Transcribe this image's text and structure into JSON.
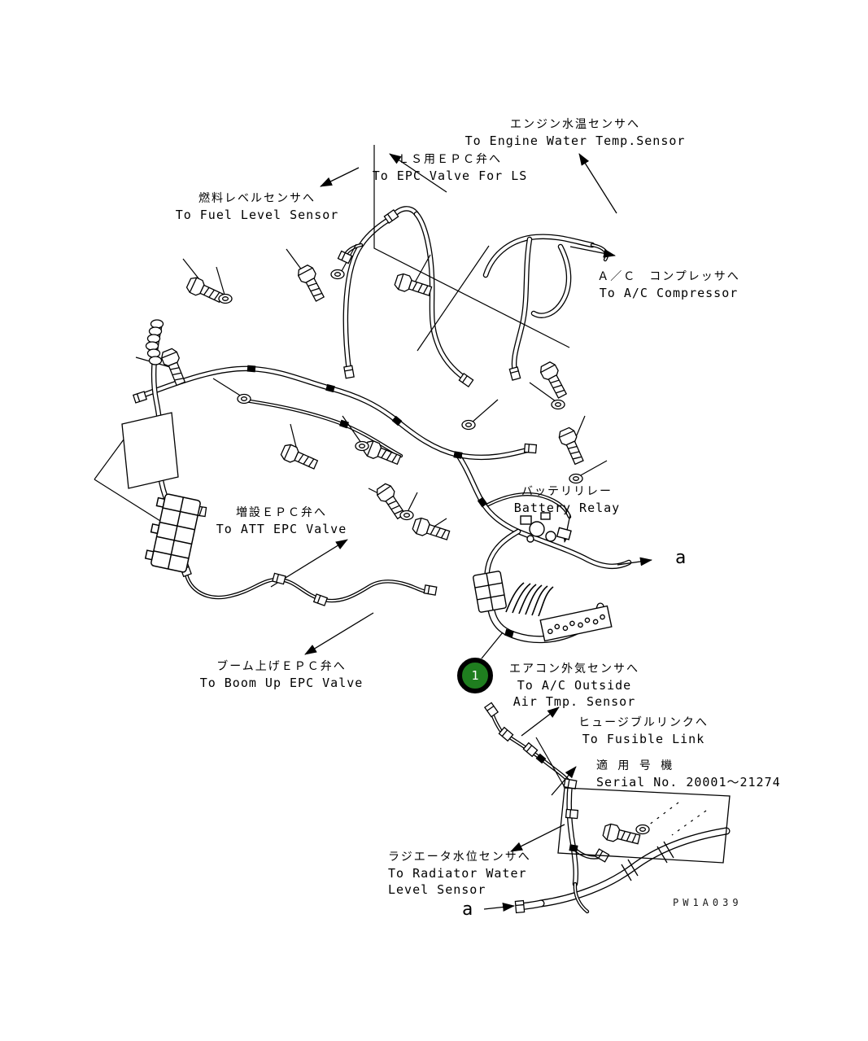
{
  "figure": {
    "drawing_number": "PW1A039",
    "callout": {
      "number": "1"
    },
    "section_markers": {
      "top": "a",
      "bottom": "a"
    },
    "colors": {
      "background": "#ffffff",
      "line": "#000000",
      "callout_fill": "#1f7e1f",
      "callout_ring": "#000000",
      "callout_text": "#ffffff"
    }
  },
  "labels": {
    "engine_water_temp": {
      "jp": "エンジン水温センサへ",
      "en": "To Engine Water Temp.Sensor"
    },
    "epc_valve_ls": {
      "jp": "ＬＳ用ＥＰＣ弁へ",
      "en": "To EPC Valve For LS"
    },
    "fuel_level": {
      "jp": "燃料レベルセンサへ",
      "en": "To Fuel Level Sensor"
    },
    "ac_compressor": {
      "jp": "Ａ／Ｃ　コンプレッサへ",
      "en": "To A/C Compressor"
    },
    "battery_relay": {
      "jp": "バッテリリレー",
      "en": "Battery Relay"
    },
    "att_epc_valve": {
      "jp": "増設ＥＰＣ弁へ",
      "en": "To ATT  EPC Valve"
    },
    "boom_up_epc": {
      "jp": "ブーム上げＥＰＣ弁へ",
      "en": "To Boom Up EPC Valve"
    },
    "ac_outside_air": {
      "jp": "エアコン外気センサへ",
      "en1": "To A/C Outside",
      "en2": "Air Tmp. Sensor"
    },
    "fusible_link": {
      "jp": "ヒュージブルリンクへ",
      "en": "To Fusible Link"
    },
    "serial_applicability": {
      "jp": "適 用 号 機",
      "en": "Serial No. 20001～21274"
    },
    "radiator_water": {
      "jp": "ラジエータ水位センサへ",
      "en1": "To Radiator Water",
      "en2": "Level Sensor"
    }
  }
}
